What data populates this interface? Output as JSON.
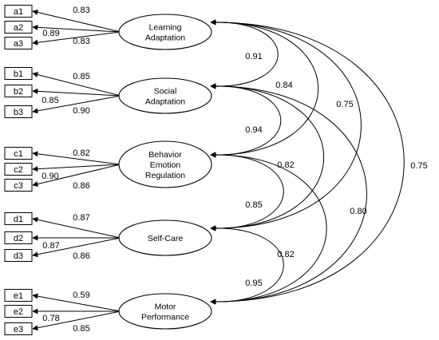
{
  "latents": [
    {
      "lines": [
        "Learning",
        "Adaptation"
      ]
    },
    {
      "lines": [
        "Social",
        "Adaptation"
      ]
    },
    {
      "lines": [
        "Behavior",
        "Emotion",
        "Regulation"
      ]
    },
    {
      "lines": [
        "Self-Care"
      ]
    },
    {
      "lines": [
        "Motor",
        "Performance"
      ]
    }
  ],
  "indicators": [
    {
      "label": "a1",
      "loading": "0.83"
    },
    {
      "label": "a2",
      "loading": "0.89"
    },
    {
      "label": "a3",
      "loading": "0.83"
    },
    {
      "label": "b1",
      "loading": "0.85"
    },
    {
      "label": "b2",
      "loading": "0.85"
    },
    {
      "label": "b3",
      "loading": "0.90"
    },
    {
      "label": "c1",
      "loading": "0.82"
    },
    {
      "label": "c2",
      "loading": "0.90"
    },
    {
      "label": "c3",
      "loading": "0.86"
    },
    {
      "label": "d1",
      "loading": "0.87"
    },
    {
      "label": "d2",
      "loading": "0.87"
    },
    {
      "label": "d3",
      "loading": "0.86"
    },
    {
      "label": "e1",
      "loading": "0.59"
    },
    {
      "label": "e2",
      "loading": "0.78"
    },
    {
      "label": "e3",
      "loading": "0.85"
    }
  ],
  "correlations": [
    {
      "from": 0,
      "to": 1,
      "value": "0.91"
    },
    {
      "from": 0,
      "to": 2,
      "value": "0.84"
    },
    {
      "from": 0,
      "to": 3,
      "value": "0.75"
    },
    {
      "from": 0,
      "to": 4,
      "value": "0.75"
    },
    {
      "from": 1,
      "to": 2,
      "value": "0.94"
    },
    {
      "from": 1,
      "to": 3,
      "value": "0.82"
    },
    {
      "from": 1,
      "to": 4,
      "value": "0.80"
    },
    {
      "from": 2,
      "to": 3,
      "value": "0.85"
    },
    {
      "from": 2,
      "to": 4,
      "value": "0.82"
    },
    {
      "from": 3,
      "to": 4,
      "value": "0.95"
    }
  ]
}
